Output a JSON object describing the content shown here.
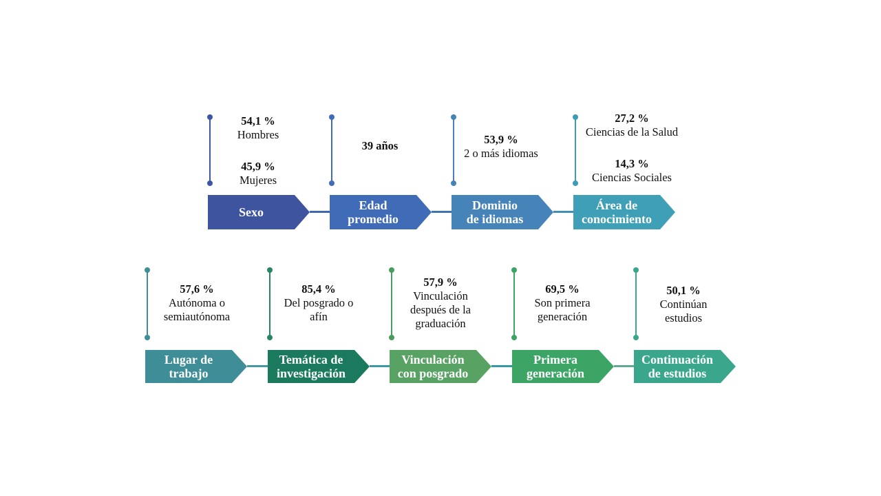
{
  "figure": {
    "background": "#ffffff",
    "rows": [
      {
        "name": "fila-superior",
        "blocks": [
          {
            "id": "sexo",
            "label_lines": [
              "Sexo"
            ],
            "color": "#3e549f",
            "marker_color": "#3c55a6",
            "connector_color": "#3f68b3",
            "stats": [
              {
                "value": "54,1 %",
                "lines": [
                  "Hombres"
                ]
              },
              {
                "value": "45,9 %",
                "lines": [
                  "Mujeres"
                ]
              }
            ]
          },
          {
            "id": "edad-promedio",
            "label_lines": [
              "Edad",
              "promedio"
            ],
            "color": "#3f6bb7",
            "marker_color": "#3f6bb7",
            "connector_color": "#3f74b4",
            "stats": [
              {
                "value": "39 años",
                "lines": []
              }
            ]
          },
          {
            "id": "dominio-de-idiomas",
            "label_lines": [
              "Dominio",
              "de idiomas"
            ],
            "color": "#4583b8",
            "marker_color": "#4583b8",
            "connector_color": "#428cb6",
            "stats": [
              {
                "value": "53,9 %",
                "lines": [
                  "2 o más idiomas"
                ]
              }
            ]
          },
          {
            "id": "area-de-conocimiento",
            "label_lines": [
              "Área de",
              "conocimiento"
            ],
            "color": "#3f9fb6",
            "marker_color": "#3e9cb8",
            "connector_color": null,
            "stats": [
              {
                "value": "27,2 %",
                "lines": [
                  "Ciencias de la Salud"
                ]
              },
              {
                "value": "14,3 %",
                "lines": [
                  "Ciencias Sociales"
                ]
              }
            ]
          }
        ]
      },
      {
        "name": "fila-inferior",
        "blocks": [
          {
            "id": "lugar-de-trabajo",
            "label_lines": [
              "Lugar de",
              "trabajo"
            ],
            "color": "#3f8e97",
            "marker_color": "#3f8e97",
            "connector_color": "#45999f",
            "stats": [
              {
                "value": "57,6 %",
                "lines": [
                  "Autónoma o",
                  "semiautónoma"
                ]
              }
            ]
          },
          {
            "id": "tematica-de-investigacion",
            "label_lines": [
              "Temática de",
              "investigación"
            ],
            "color": "#1b7a5e",
            "marker_color": "#2a8468",
            "connector_color": "#3f98a0",
            "stats": [
              {
                "value": "85,4 %",
                "lines": [
                  "Del posgrado o",
                  "afín"
                ]
              }
            ]
          },
          {
            "id": "vinculacion-con-posgrado",
            "label_lines": [
              "Vinculación",
              "con posgrado"
            ],
            "color": "#58a364",
            "marker_color": "#4a9c5e",
            "connector_color": "#3599a2",
            "stats": [
              {
                "value": "57,9 %",
                "lines": [
                  "Vinculación",
                  "después de la",
                  "graduación"
                ]
              }
            ]
          },
          {
            "id": "primera-generacion",
            "label_lines": [
              "Primera",
              "generación"
            ],
            "color": "#3ca566",
            "marker_color": "#3ca566",
            "connector_color": "#62a893",
            "stats": [
              {
                "value": "69,5 %",
                "lines": [
                  "Son primera",
                  "generación"
                ]
              }
            ]
          },
          {
            "id": "continuacion-de-estudios",
            "label_lines": [
              "Continuación",
              "de estudios"
            ],
            "color": "#3aa78c",
            "marker_color": "#3aa78c",
            "connector_color": null,
            "stats": [
              {
                "value": "50,1 %",
                "lines": [
                  "Continúan",
                  "estudios"
                ]
              }
            ]
          }
        ]
      }
    ]
  }
}
